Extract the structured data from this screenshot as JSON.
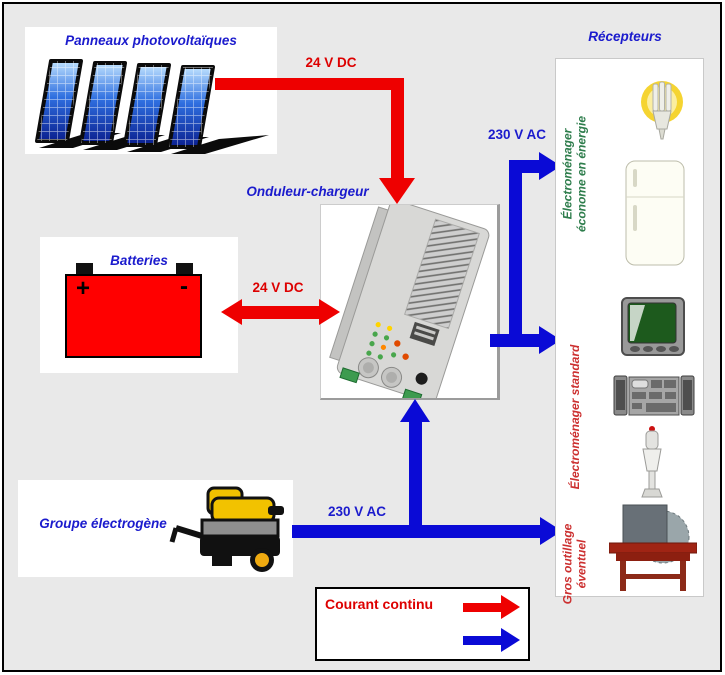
{
  "colors": {
    "background": "#e9e9e9",
    "blue_text": "#1b1bcd",
    "red_text": "#dd0000",
    "dc_arrow_red": "#ee0000",
    "ac_arrow_blue": "#0a0ad6",
    "green_label": "#2e7d4c",
    "red_label": "#cc3030",
    "battery_red": "#ff0000"
  },
  "nodes": {
    "panels": {
      "title": "Panneaux photovoltaïques"
    },
    "inverter": {
      "title": "Onduleur-chargeur"
    },
    "batteries": {
      "title": "Batteries",
      "plus_label": "+",
      "minus_label": "-"
    },
    "generator": {
      "title": "Groupe électrogène"
    },
    "receivers": {
      "title": "Récepteurs",
      "groups": [
        {
          "label": "Électroménager économe en énergie",
          "color": "#2e7d4c",
          "icons": [
            "cfl-lamp-icon",
            "fridge-icon"
          ]
        },
        {
          "label": "Électroménager standard",
          "color": "#cc3030",
          "icons": [
            "tv-icon",
            "fax-phone-icon",
            "hand-blender-icon"
          ]
        },
        {
          "label": "Gros outillage éventuel",
          "color": "#cc3030",
          "icons": [
            "table-saw-icon"
          ]
        }
      ]
    }
  },
  "connections": {
    "pv_to_inverter": {
      "label": "24 V DC",
      "type": "dc"
    },
    "battery_to_inverter": {
      "label": "24 V DC",
      "type": "dc",
      "bidirectional": true
    },
    "inverter_to_receivers": {
      "label": "230 V AC",
      "type": "ac"
    },
    "generator_to_loads": {
      "label": "230 V AC",
      "type": "ac"
    }
  },
  "legend": {
    "dc_label": "Courant continu",
    "ac_label": ""
  }
}
